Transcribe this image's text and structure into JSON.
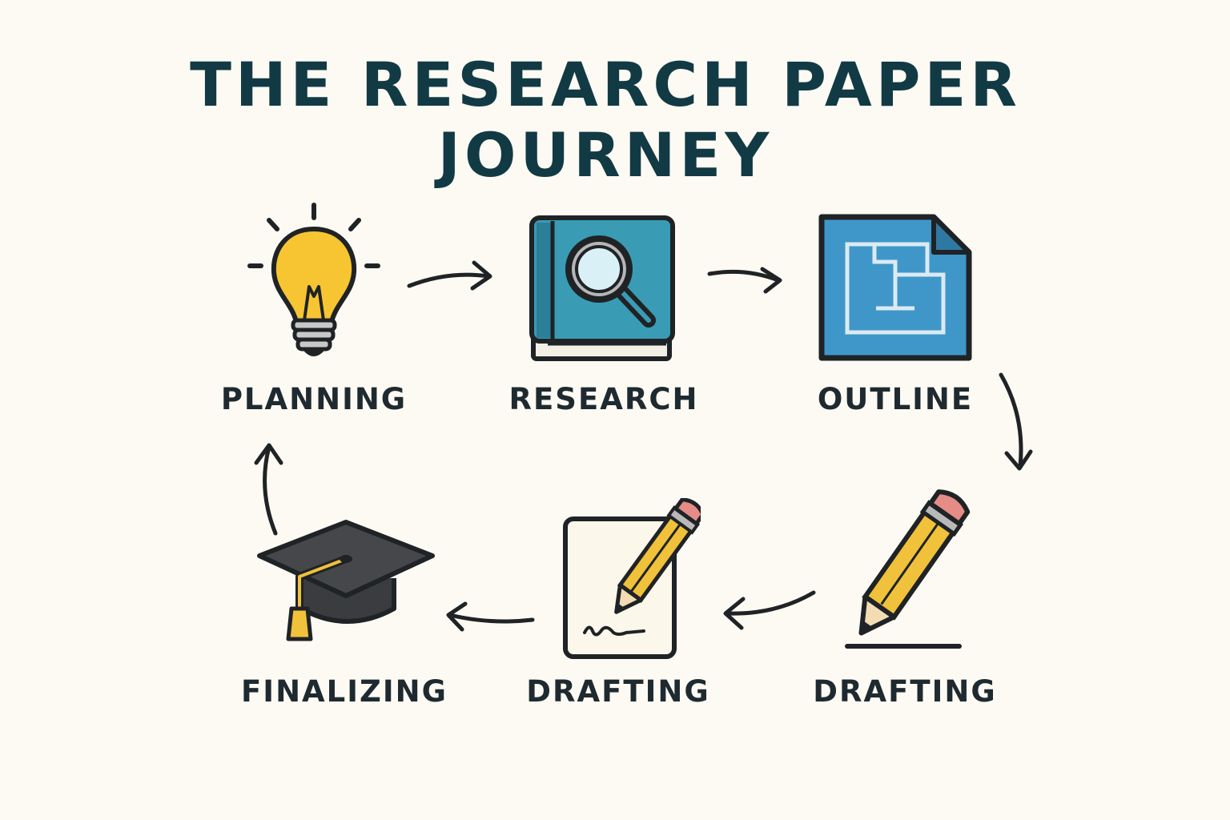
{
  "diagram": {
    "title_line1": "THE RESEARCH PAPER",
    "title_line2": "JOURNEY",
    "steps": [
      {
        "label": "PLANNING",
        "icon": "lightbulb-icon"
      },
      {
        "label": "RESEARCH",
        "icon": "book-magnifier-icon"
      },
      {
        "label": "OUTLINE",
        "icon": "outline-document-icon"
      },
      {
        "label": "DRAFTING",
        "icon": "pencil-icon"
      },
      {
        "label": "DRAFTING",
        "icon": "pencil-paper-icon"
      },
      {
        "label": "FINALIZING",
        "icon": "graduation-cap-icon"
      }
    ],
    "colors": {
      "background": "#fcfaf3",
      "title": "#123a44",
      "label": "#1e2a30",
      "outline": "#1f2326",
      "bulb": "#f7c531",
      "book": "#3a9bb5",
      "document": "#3f97c9",
      "pencil": "#f0c13a",
      "eraser": "#e58c86",
      "cap": "#3a3c3f"
    }
  }
}
